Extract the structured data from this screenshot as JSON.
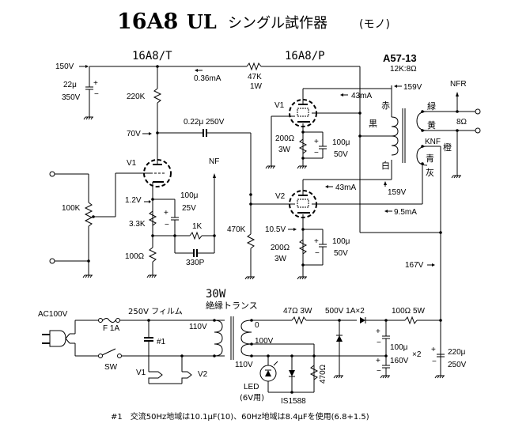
{
  "title": {
    "model": "16A8",
    "variant": "UL",
    "jp": "シングル試作器",
    "mono": "(モノ)"
  },
  "sections": {
    "driver": "16A8/T",
    "power": "16A8/P"
  },
  "output_transformer": {
    "model": "A57-13",
    "ratio": "12K:8Ω",
    "primary_top": "赤",
    "primary_tap": "黒",
    "primary_bottom": "白",
    "sec_green": "緑",
    "sec_yellow": "黄",
    "sec_blue": "青",
    "sec_gray": "灰",
    "sec_orange": "橙",
    "knf": "KNF",
    "nfr": "NFR",
    "load": "8Ω"
  },
  "driver_stage": {
    "b_plus": "150V",
    "cap_value": "22μ",
    "cap_volt": "350V",
    "plate_res": "220K",
    "current": "0.36mA",
    "plate_volt": "70V",
    "coupling_cap": "0.22μ 250V",
    "tube": "V1",
    "vol_pot": "100K",
    "cathode_volt": "1.2V",
    "cathode_res": "3.3K",
    "bypass_cap": "100μ",
    "bypass_volt": "25V",
    "nf_res": "1K",
    "nf_cap": "330P",
    "nf_res_bottom": "100Ω",
    "nf_label": "NF",
    "drop_res": "47K",
    "drop_watt": "1W"
  },
  "power_stage": {
    "v1_label": "V1",
    "v2_label": "V2",
    "v1_current": "43mA",
    "v2_current": "43mA",
    "v1_plate_volt": "159V",
    "v2_plate_volt": "159V",
    "screen_current": "9.5mA",
    "grid_res": "470K",
    "v2_cathode_volt": "10.5V",
    "cathode_res": "200Ω",
    "cathode_res_watt": "3W",
    "bypass_cap": "100μ",
    "bypass_volt": "50V",
    "b_plus": "167V"
  },
  "power_supply": {
    "ac_in": "AC100V",
    "fuse": "F 1A",
    "switch": "SW",
    "film_cap": "250V フィルム",
    "cap_note": "#1",
    "heater1": "V1",
    "heater2": "V2",
    "trans_power": "30W",
    "trans_name": "絶縁トランス",
    "pri_volt": "110V",
    "sec_tap0": "0",
    "sec_tap100": "100V",
    "sec_tap110": "110V",
    "series_res": "47Ω 3W",
    "diodes": "500V 1A×2",
    "filter_res": "100Ω 5W",
    "filter_caps": "100μ",
    "filter_caps_volt": "160V",
    "filter_caps_qty": "×2",
    "main_cap": "220μ",
    "main_cap_volt": "250V",
    "led": "LED",
    "led_note": "(6V用)",
    "zener": "IS1588",
    "led_res": "470Ω"
  },
  "footnote": "#1　交流50Hz地域は10.1μF(10)、60Hz地域は8.4μFを使用(6.8+1.5)"
}
